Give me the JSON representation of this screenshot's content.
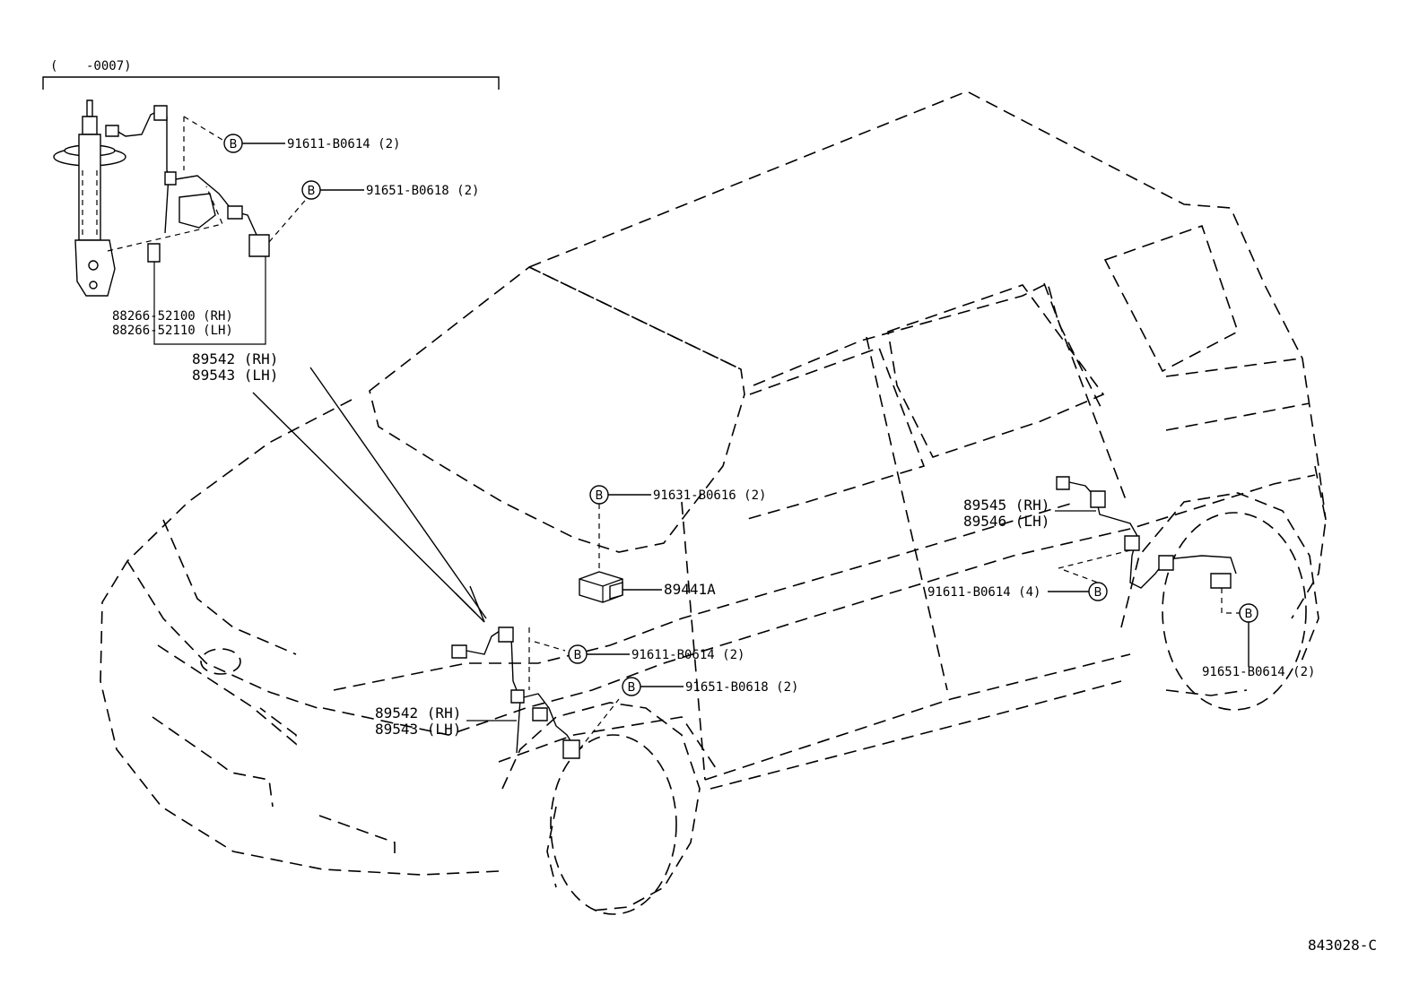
{
  "header": {
    "range_open": "(",
    "range_value": "-0007)"
  },
  "inset": {
    "bolt_upper": {
      "badge": "B",
      "part": "91611-B0614 (2)"
    },
    "bolt_lower": {
      "badge": "B",
      "part": "91651-B0618 (2)"
    },
    "clamp": [
      "88266-52100 (RH)",
      "88266-52110 (LH)"
    ],
    "sensor": [
      "89542 (RH)",
      "89543 (LH)"
    ]
  },
  "main": {
    "ecu_bolt": {
      "badge": "B",
      "part": "91631-B0616 (2)"
    },
    "ecu": "89441A",
    "front_bolt_upper": {
      "badge": "B",
      "part": "91611-B0614 (2)"
    },
    "front_bolt_lower": {
      "badge": "B",
      "part": "91651-B0618 (2)"
    },
    "front_sensor": [
      "89542 (RH)",
      "89543 (LH)"
    ],
    "rear_sensor": [
      "89545 (RH)",
      "89546 (LH)"
    ],
    "rear_bolt_upper": {
      "badge": "B",
      "part": "91611-B0614 (4)"
    },
    "rear_bolt_lower": {
      "badge": "B",
      "part": "91651-B0614 (2)"
    }
  },
  "footer": {
    "figure_code": "843028-C"
  }
}
